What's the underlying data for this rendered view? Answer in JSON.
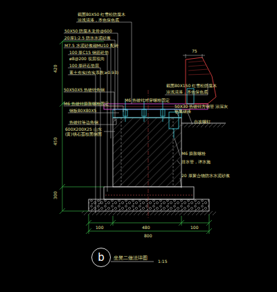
{
  "diagram": {
    "title": "坐凳二做法详图",
    "nodes": [
      {
        "text": [
          "b"
        ]
      }
    ],
    "edges": [],
    "labels": [
      "截面80X50 红雪松防腐木",
      "涂浅清漆，本色保色底",
      "50X50 防腐木龙骨@600",
      "20厚1:2.5 防水水泥砂浆",
      "M7.5 水泥砂浆砌MU10 配砖",
      "100 厚C15 钢筋砼垫",
      "ø8@200 双层双向",
      "100 厚碎石垫层",
      "素土夯实(夯实系数≥0.93)",
      "50X50X5 热镀锌角钢",
      "M6 热镀锌膨胀螺栓固定",
      "钢板80X80X5",
      "热镀锌等边角钢",
      "600X200X25 山东(黄)锈石荔枝面侧面",
      "75",
      "截面80X150 红雪松防腐木",
      "涂浅清漆，本色保色底",
      "M6 热镀锌对穿螺栓固定",
      "50X30 热镀锌方钢管 涂深灰色氟碳漆",
      "自攻螺钉",
      "M6 膨胀螺栓",
      "排水管，详水施",
      "20 厚聚合物防水水泥砂浆",
      "420",
      "450",
      "300",
      "100",
      "480",
      "100",
      "800",
      "1:15"
    ]
  }
}
